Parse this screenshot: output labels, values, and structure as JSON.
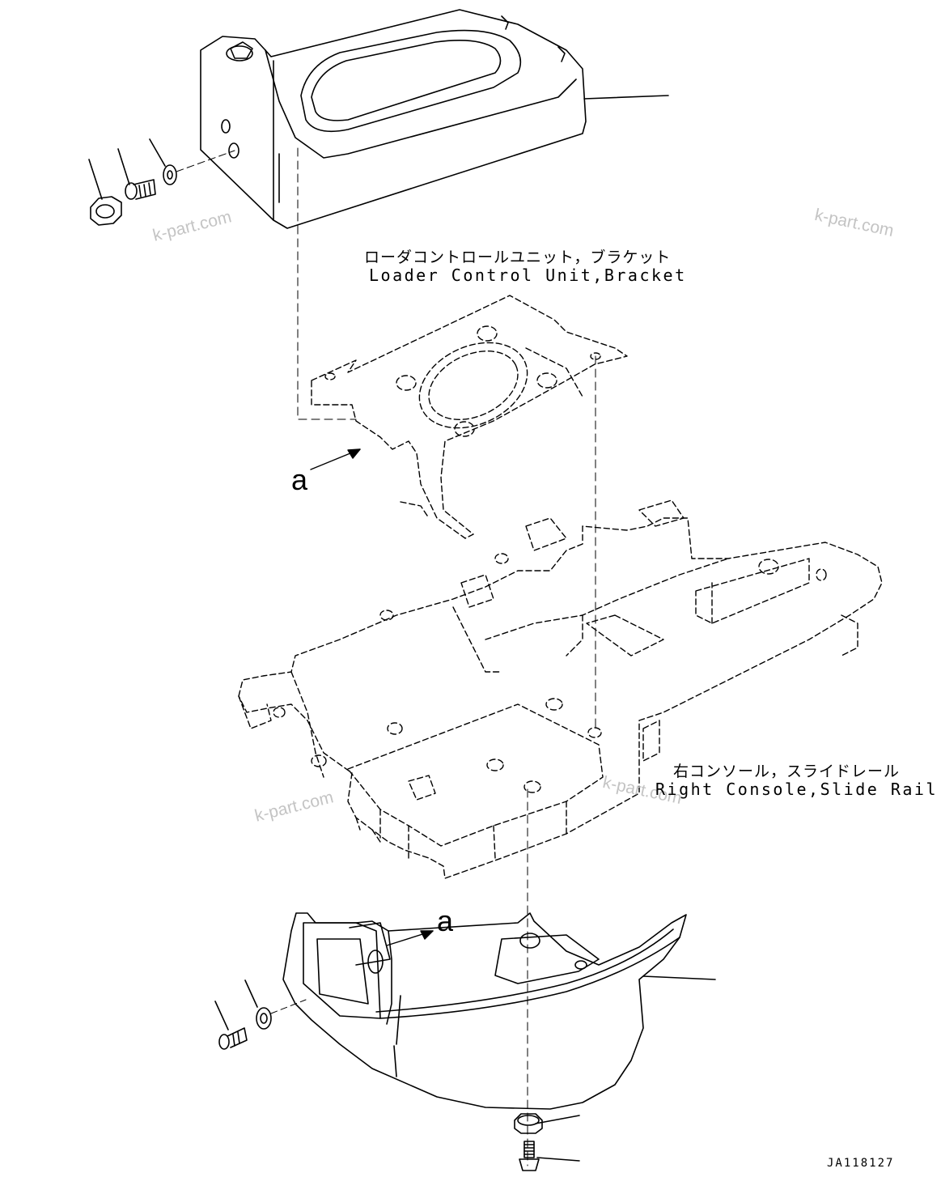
{
  "labels": {
    "loader_jp": "ローダコントロールユニット，ブラケット",
    "loader_en": "Loader Control Unit,Bracket",
    "console_jp": "右コンソール，スライドレール",
    "console_en": "Right Console,Slide Rail"
  },
  "reference_letter": "a",
  "drawing_code": "JA118127",
  "watermarks": [
    "k-part.com",
    "k-part.com",
    "k-part.com",
    "k-part.com"
  ],
  "colors": {
    "line": "#000000",
    "watermark": "#c4c4c4",
    "background": "#ffffff"
  }
}
